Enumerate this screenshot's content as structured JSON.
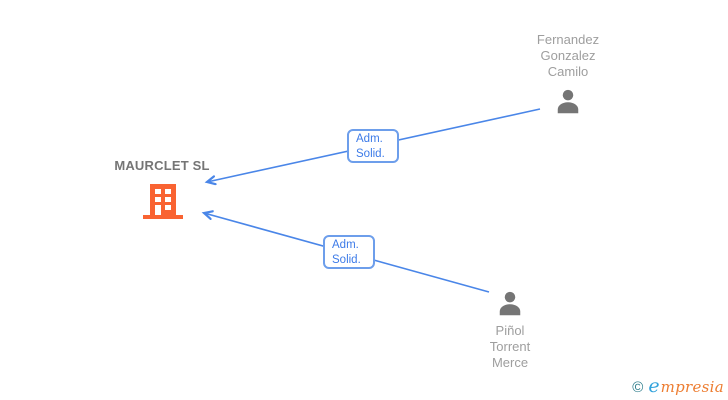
{
  "diagram": {
    "company": {
      "name": "MAURCLET SL"
    },
    "persons": [
      {
        "name_lines": [
          "Fernandez",
          "Gonzalez",
          "Camilo"
        ]
      },
      {
        "name_lines": [
          "Piñol",
          "Torrent",
          "Merce"
        ]
      }
    ],
    "edges": [
      {
        "label_line1": "Adm.",
        "label_line2": "Solid."
      },
      {
        "label_line1": "Adm.",
        "label_line2": "Solid."
      }
    ],
    "colors": {
      "arrow_blue": "#4a86e8",
      "edge_box_border": "#6d9eeb",
      "edge_box_text": "#3d7be8",
      "building_orange": "#f96332",
      "person_gray": "#757575",
      "name_gray": "#9e9e9e",
      "company_gray": "#757575"
    }
  },
  "footer": {
    "copyright_symbol": "©",
    "brand_first_letter": "e",
    "brand_rest": "mpresia",
    "logo_teal": "#2a7b8a",
    "logo_blue": "#33a3dc",
    "logo_orange": "#ed7d31"
  }
}
